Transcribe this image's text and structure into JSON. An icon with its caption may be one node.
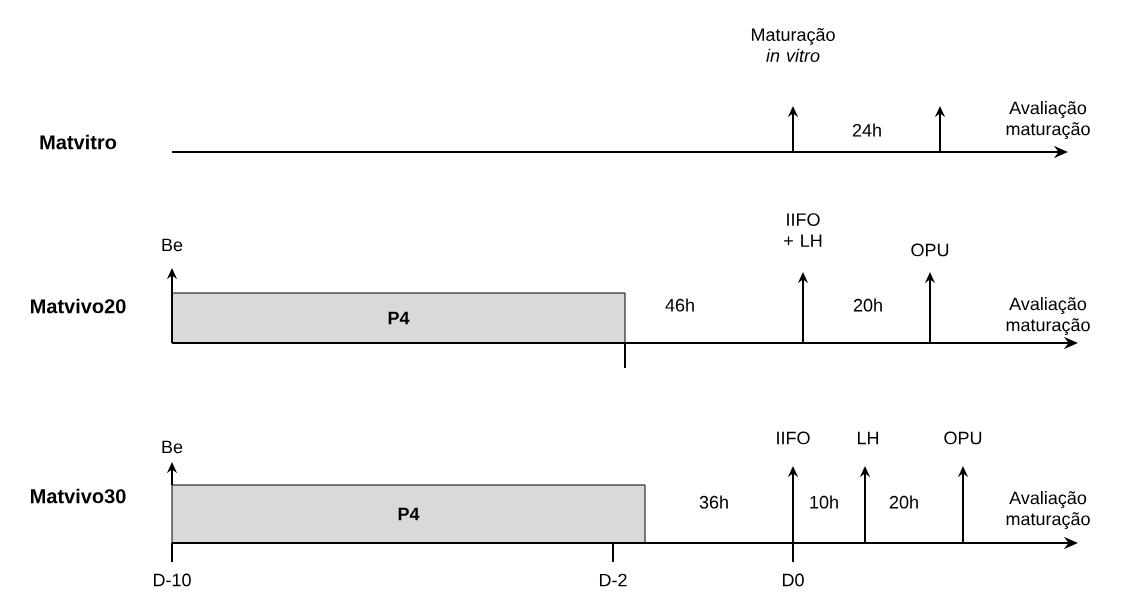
{
  "diagram": {
    "nodes": [
      {
        "text": [
          "P4"
        ]
      },
      {
        "text": [
          "P4"
        ]
      }
    ],
    "labels": [
      "Maturação *in vitro*",
      "Avaliação maturação",
      "Matvitro",
      "24h",
      "IIFO + LH",
      "Be",
      "OPU",
      "Avaliação maturação",
      "Matvivo20",
      "46h",
      "20h",
      "IIFO",
      "LH",
      "OPU",
      "Be",
      "Avaliação maturação",
      "Matvivo30",
      "36h",
      "10h",
      "20h",
      "D-10",
      "D-2",
      "D0"
    ]
  }
}
